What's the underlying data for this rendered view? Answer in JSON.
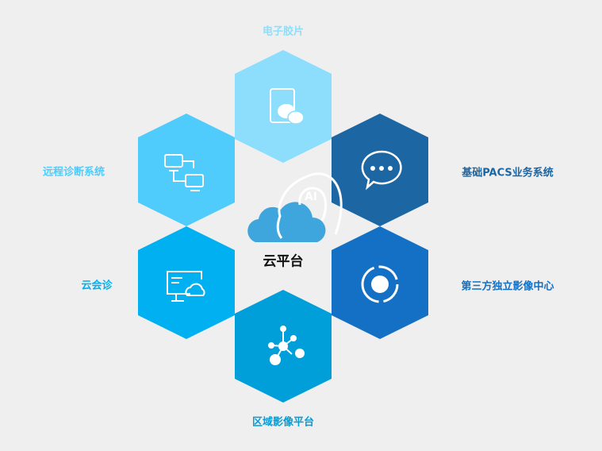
{
  "center": {
    "label": "云平台",
    "ai_label": "AI"
  },
  "modules": [
    {
      "label": "电子胶片",
      "icon": "phone-wechat-icon",
      "color": "#8cdefc"
    },
    {
      "label": "远程诊断系统",
      "icon": "network-computers-icon",
      "color": "#4fcbfc"
    },
    {
      "label": "基础PACS业务系统",
      "icon": "chat-bubble-icon",
      "color": "#1b66a3"
    },
    {
      "label": "云会诊",
      "icon": "cloud-monitor-icon",
      "color": "#00b0f0"
    },
    {
      "label": "第三方独立影像中心",
      "icon": "ring-icon",
      "color": "#1470c4"
    },
    {
      "label": "区域影像平台",
      "icon": "molecule-network-icon",
      "color": "#009fd9"
    }
  ]
}
